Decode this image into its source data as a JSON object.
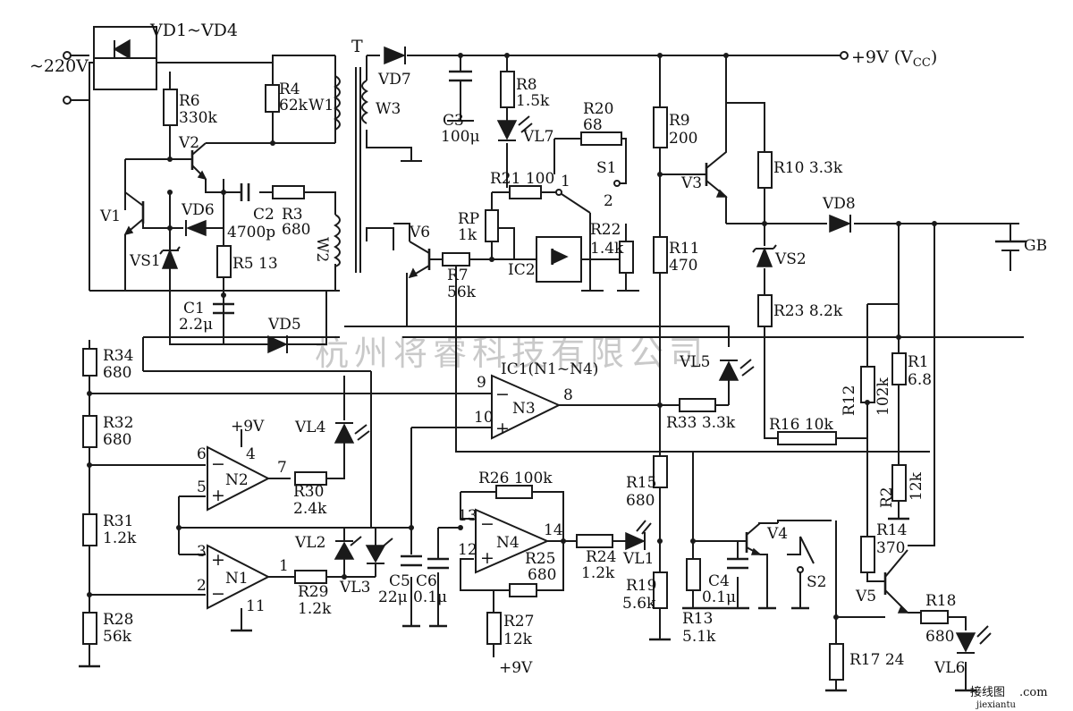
{
  "diagram": {
    "watermark": "杭州将睿科技有限公司",
    "site_logo": "接线图",
    "site_logo_domain": ".com",
    "site_url": "jiexiantu",
    "labels": {
      "bridge": "VD1~VD4",
      "ac_input": "~220V",
      "transformer": "T",
      "vcc": "+9V (V",
      "vcc_sub": "CC",
      "vcc_close": ")",
      "R4": "R4",
      "R4v": "62k",
      "W1": "W1",
      "R6": "R6",
      "R6v": "330k",
      "V2": "V2",
      "V1": "V1",
      "VD6": "VD6",
      "C2": "C2",
      "C2v": "4700p",
      "R3": "R3",
      "R3v": "680",
      "VS1": "VS1",
      "R5": "R5 13",
      "W2": "W2",
      "C1": "C1",
      "C1v": "2.2μ",
      "VD5": "VD5",
      "VD7": "VD7",
      "W3": "W3",
      "C3": "C3",
      "C3v": "100μ",
      "R8": "R8",
      "R8v": "1.5k",
      "VL7": "VL7",
      "R20": "R20",
      "R20v": "68",
      "S1": "S1",
      "S1_1": "1",
      "S1_2": "2",
      "R21": "R21 100",
      "RP": "RP",
      "RPv": "1k",
      "R22": "R22",
      "R22v": "1.4k",
      "V6": "V6",
      "R7": "R7",
      "R7v": "56k",
      "IC2": "IC2",
      "R9": "R9",
      "R9v": "200",
      "V3": "V3",
      "R10": "R10 3.3k",
      "VD8": "VD8",
      "GB": "GB",
      "R11": "R11",
      "R11v": "470",
      "VS2": "VS2",
      "R23": "R23 8.2k",
      "R34": "R34",
      "R34v": "680",
      "R32": "R32",
      "R32v": "680",
      "R31": "R31",
      "R31v": "1.2k",
      "R28": "R28",
      "R28v": "56k",
      "IC1": "IC1(N1~N4)",
      "N1": "N1",
      "N2": "N2",
      "N3": "N3",
      "N4": "N4",
      "p9": "9",
      "p8": "8",
      "p10": "10",
      "p6": "6",
      "p5": "5",
      "p4": "4",
      "p7": "7",
      "p3": "3",
      "p2": "2",
      "p1": "1",
      "p11": "11",
      "p13": "13",
      "p12": "12",
      "p14": "14",
      "plus9_a": "+9V",
      "plus9_b": "+9V",
      "VL4": "VL4",
      "VL5": "VL5",
      "R30": "R30",
      "R30v": "2.4k",
      "R29": "R29",
      "R29v": "1.2k",
      "VL2": "VL2",
      "VL3": "VL3",
      "R33": "R33 3.3k",
      "R1": "R1",
      "R1v": "6.8",
      "R12": "R12",
      "R12v": "102k",
      "R16": "R16 10k",
      "R2": "R2",
      "R2v": "12k",
      "R26": "R26 100k",
      "C5": "C5",
      "C5v": "22μ",
      "C6": "C6",
      "C6v": "0.1μ",
      "R25": "R25",
      "R25v": "680",
      "R24": "R24",
      "R24v": "1.2k",
      "VL1": "VL1",
      "R15": "R15",
      "R15v": "680",
      "R19": "R19",
      "R19v": "5.6k",
      "R27": "R27",
      "R27v": "12k",
      "V4": "V4",
      "C4": "C4",
      "C4v": "0.1μ",
      "S2": "S2",
      "R13": "R13",
      "R13v": "5.1k",
      "R14": "R14",
      "R14v": "370",
      "V5": "V5",
      "R18": "R18",
      "R18v": "680",
      "R17": "R17 24",
      "VL6": "VL6"
    }
  }
}
